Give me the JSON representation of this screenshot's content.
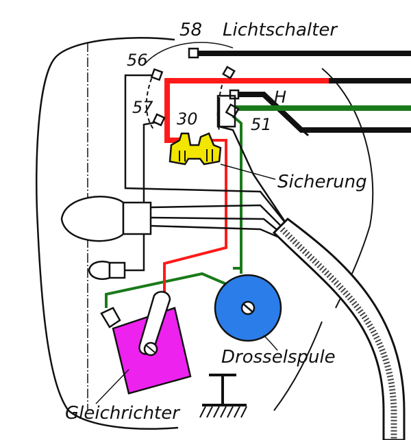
{
  "labels": {
    "lichtschalter": "Lichtschalter",
    "sicherung": "Sicherung",
    "drosselspule": "Drosselspule",
    "gleichrichter": "Gleichrichter"
  },
  "terminals": {
    "t58": "58",
    "t56": "56",
    "t57": "57",
    "t30": "30",
    "t51": "51",
    "tH": "H"
  },
  "colors": {
    "line": "#111111",
    "red_wire": "#ff1a1a",
    "green_wire": "#1a7a1a",
    "fuse": "#f2e600",
    "choke": "#2b7de9",
    "rectifier": "#ee22ee",
    "background": "#ffffff"
  }
}
